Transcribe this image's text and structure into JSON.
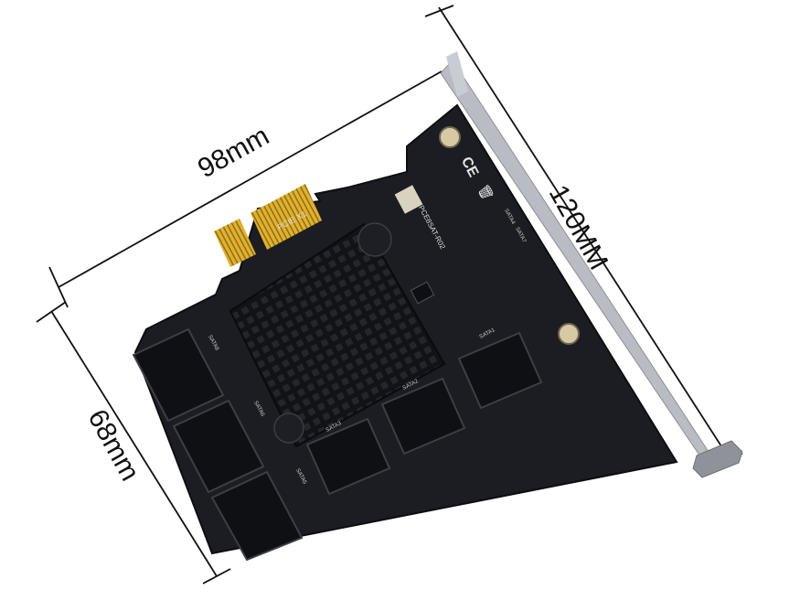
{
  "dimensions": {
    "length": "98mm",
    "bracket_height": "120MM",
    "board_height": "68mm"
  },
  "board_text": {
    "interface": "PCIE X1",
    "model": "PCE8SAT-R02",
    "sata_ports": [
      "SATA1",
      "SATA2",
      "SATA3",
      "SATA4",
      "SATA5",
      "SATA6",
      "SATA7",
      "SATA8"
    ]
  },
  "marks": [
    "CE",
    "weee-bin-icon"
  ],
  "colors": {
    "background": "#ffffff",
    "pcb": "#1b1d22",
    "heatsink": "#121316",
    "gold_fingers": "#e0b030",
    "bracket": "#b9bcc2",
    "dimension_lines": "#111111"
  }
}
